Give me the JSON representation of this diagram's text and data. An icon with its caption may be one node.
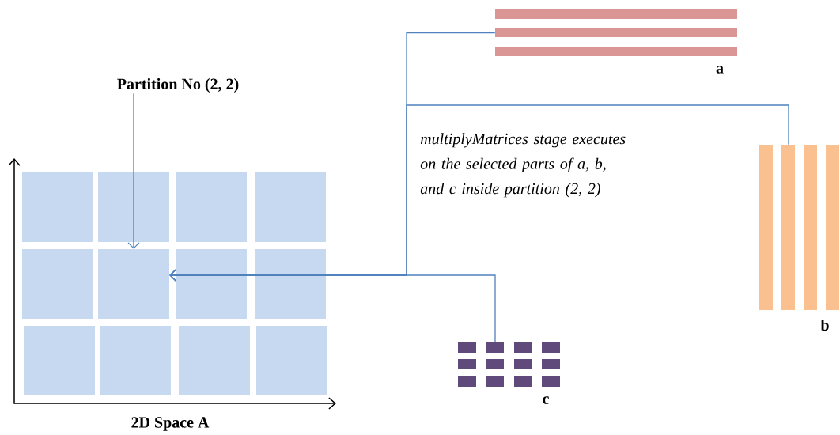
{
  "diagram": {
    "nodes": [
      {
        "text": [
          "Partition No (2, 2)"
        ]
      },
      {
        "text": [
          "2D Space A"
        ]
      },
      {
        "text": [],
        "shape": "box",
        "in": 1
      },
      {
        "text": [
          "a"
        ]
      },
      {
        "text": [
          "b"
        ]
      },
      {
        "text": [
          "c"
        ]
      }
    ],
    "edges": [
      {
        "from": 0,
        "to": 2,
        "arrow": "to"
      },
      {
        "from": 3,
        "to": 2,
        "arrow": "to"
      },
      {
        "from": 4,
        "to": 2,
        "arrow": "to"
      },
      {
        "from": 5,
        "to": 2,
        "arrow": "to"
      }
    ],
    "labels": [
      "multiplyMatrices stage executes on the selected parts of a, b, and c inside partition (2, 2)"
    ]
  }
}
